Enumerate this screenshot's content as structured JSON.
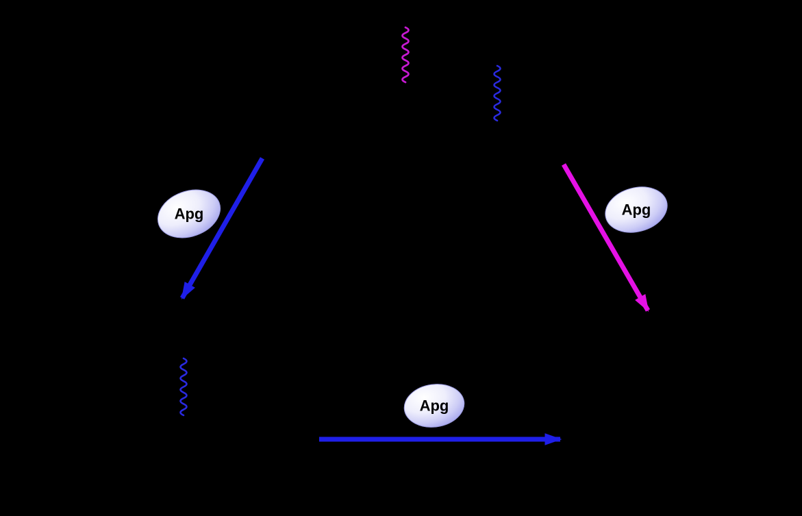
{
  "diagram": {
    "description": "Apg conjugation pathway diagram on black background",
    "enzyme_labels": [
      {
        "label": "Apg"
      },
      {
        "label": "Apg"
      },
      {
        "label": "Apg"
      }
    ],
    "colors": {
      "background": "#000000",
      "arrow_blue": "#1f1fe8",
      "arrow_magenta": "#e511e5",
      "squiggle_magenta": "#c61ad1",
      "squiggle_blue": "#2a2ae0",
      "label_text": "#000000",
      "ellipse_edge": "#9a9ae0"
    }
  }
}
